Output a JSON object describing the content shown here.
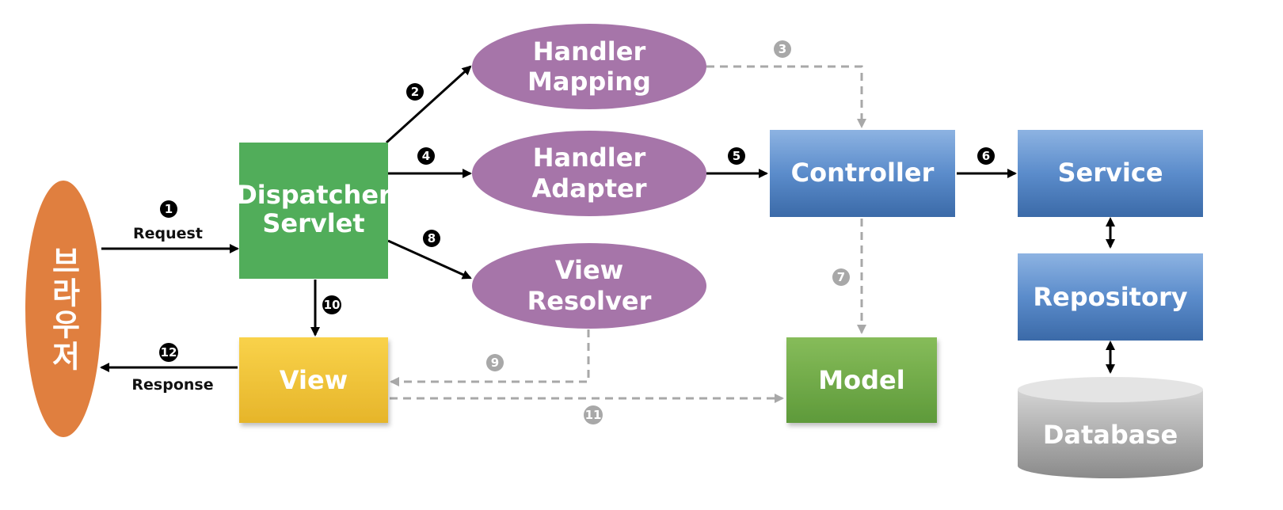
{
  "browser": {
    "label": "브라우저",
    "color": "#e07f3f"
  },
  "dispatcher": {
    "line1": "Dispatcher",
    "line2": "Servlet",
    "color": "#51ad5a"
  },
  "handler_mapping": {
    "line1": "Handler",
    "line2": "Mapping",
    "color": "#a675a9"
  },
  "handler_adapter": {
    "line1": "Handler",
    "line2": "Adapter",
    "color": "#a675a9"
  },
  "view_resolver": {
    "line1": "View",
    "line2": "Resolver",
    "color": "#a675a9"
  },
  "controller": {
    "label": "Controller"
  },
  "service": {
    "label": "Service"
  },
  "repository": {
    "label": "Repository"
  },
  "database": {
    "label": "Database"
  },
  "view": {
    "label": "View"
  },
  "model": {
    "label": "Model"
  },
  "edges": {
    "request_label": "Request",
    "response_label": "Response"
  },
  "steps": {
    "s1": "1",
    "s2": "2",
    "s3": "3",
    "s4": "4",
    "s5": "5",
    "s6": "6",
    "s7": "7",
    "s8": "8",
    "s9": "9",
    "s10": "10",
    "s11": "11",
    "s12": "12"
  },
  "colors": {
    "solid_arrow": "#000000",
    "dashed_arrow": "#a8a8a8",
    "blue_box_top": "#8db3e2",
    "blue_box_bottom": "#3b6aa8",
    "view_top": "#f9d24a",
    "view_bottom": "#e6b52a",
    "model_top": "#86bc5a",
    "model_bottom": "#5e9a3a",
    "db_top": "#d0d0d0",
    "db_bottom": "#8a8a8a"
  }
}
